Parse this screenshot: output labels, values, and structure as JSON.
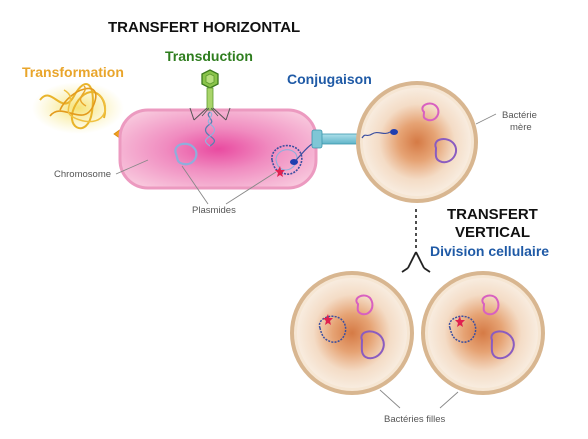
{
  "headings": {
    "horizontal": "TRANSFERT HORIZONTAL",
    "vertical_line1": "TRANSFERT",
    "vertical_line2": "VERTICAL"
  },
  "mechanisms": {
    "transformation": "Transformation",
    "transduction": "Transduction",
    "conjugaison": "Conjugaison",
    "division": "Division cellulaire"
  },
  "labels": {
    "chromosome": "Chromosome",
    "plasmides": "Plasmides",
    "bacterie_mere_1": "Bactérie",
    "bacterie_mere_2": "mère",
    "bacteries_filles": "Bactéries filles"
  },
  "colors": {
    "transformation": "#e9a52b",
    "transduction": "#2e7d1e",
    "conjugaison": "#1f5aa6",
    "division": "#1f5aa6",
    "cell_pink": "#f5a9c8",
    "cell_beige": "#f6e6d3",
    "cell_rim": "#d8b690",
    "plasmid_pink": "#d860c0",
    "plasmid_purple": "#8a5cc0",
    "chromosome_blue": "#8faedc"
  }
}
